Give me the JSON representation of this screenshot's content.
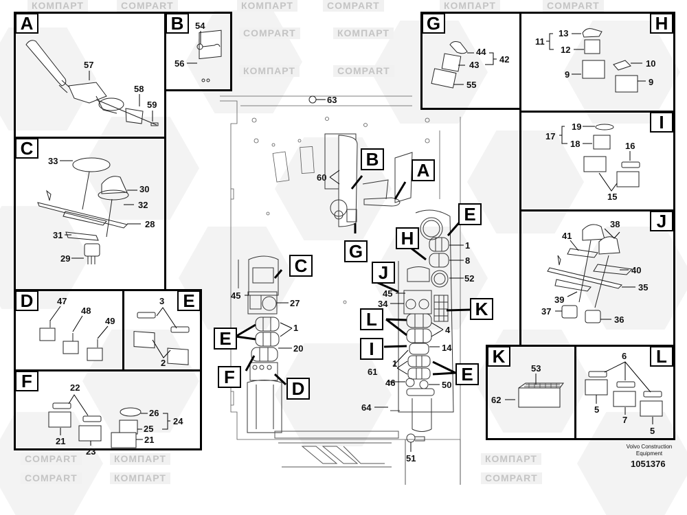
{
  "watermarks": [
    "КОМПАРТ",
    "COMPART"
  ],
  "panels": {
    "A": {
      "label": "A",
      "parts": [
        "57",
        "58",
        "59"
      ]
    },
    "B": {
      "label": "B",
      "parts": [
        "54",
        "56"
      ]
    },
    "C": {
      "label": "C",
      "parts": [
        "33",
        "30",
        "32",
        "28",
        "31",
        "29"
      ]
    },
    "D": {
      "label": "D",
      "parts": [
        "47",
        "48",
        "49"
      ]
    },
    "E": {
      "label": "E",
      "parts": [
        "3",
        "2"
      ]
    },
    "F": {
      "label": "F",
      "parts": [
        "22",
        "21",
        "23",
        "26",
        "25",
        "24",
        "21"
      ]
    },
    "G": {
      "label": "G",
      "parts": [
        "44",
        "43",
        "42",
        "55"
      ]
    },
    "H": {
      "label": "H",
      "parts": [
        "13",
        "11",
        "12",
        "10",
        "9",
        "9"
      ]
    },
    "I": {
      "label": "I",
      "parts": [
        "19",
        "17",
        "18",
        "16",
        "15"
      ]
    },
    "J": {
      "label": "J",
      "parts": [
        "38",
        "41",
        "40",
        "35",
        "39",
        "37",
        "36"
      ]
    },
    "K": {
      "label": "K",
      "parts": [
        "53",
        "62"
      ]
    },
    "L": {
      "label": "L",
      "parts": [
        "6",
        "5",
        "7",
        "5"
      ]
    }
  },
  "main": {
    "callouts": {
      "A": "A",
      "B": "B",
      "C": "C",
      "D": "D",
      "E1": "E",
      "E2": "E",
      "E3": "E",
      "F": "F",
      "G": "G",
      "H": "H",
      "I": "I",
      "J": "J",
      "K": "K",
      "L": "L"
    },
    "parts": {
      "p63": "63",
      "p60": "60",
      "p45a": "45",
      "p27": "27",
      "p1a": "1",
      "p20": "20",
      "p1b": "1",
      "p8": "8",
      "p52": "52",
      "p45b": "45",
      "p34": "34",
      "p4": "4",
      "p14": "14",
      "p61": "61",
      "p1c": "1",
      "p46": "46",
      "p50": "50",
      "p64": "64",
      "p51": "51"
    }
  },
  "footer": {
    "company_line1": "Volvo Construction",
    "company_line2": "Equipment",
    "document_number": "1051376"
  }
}
